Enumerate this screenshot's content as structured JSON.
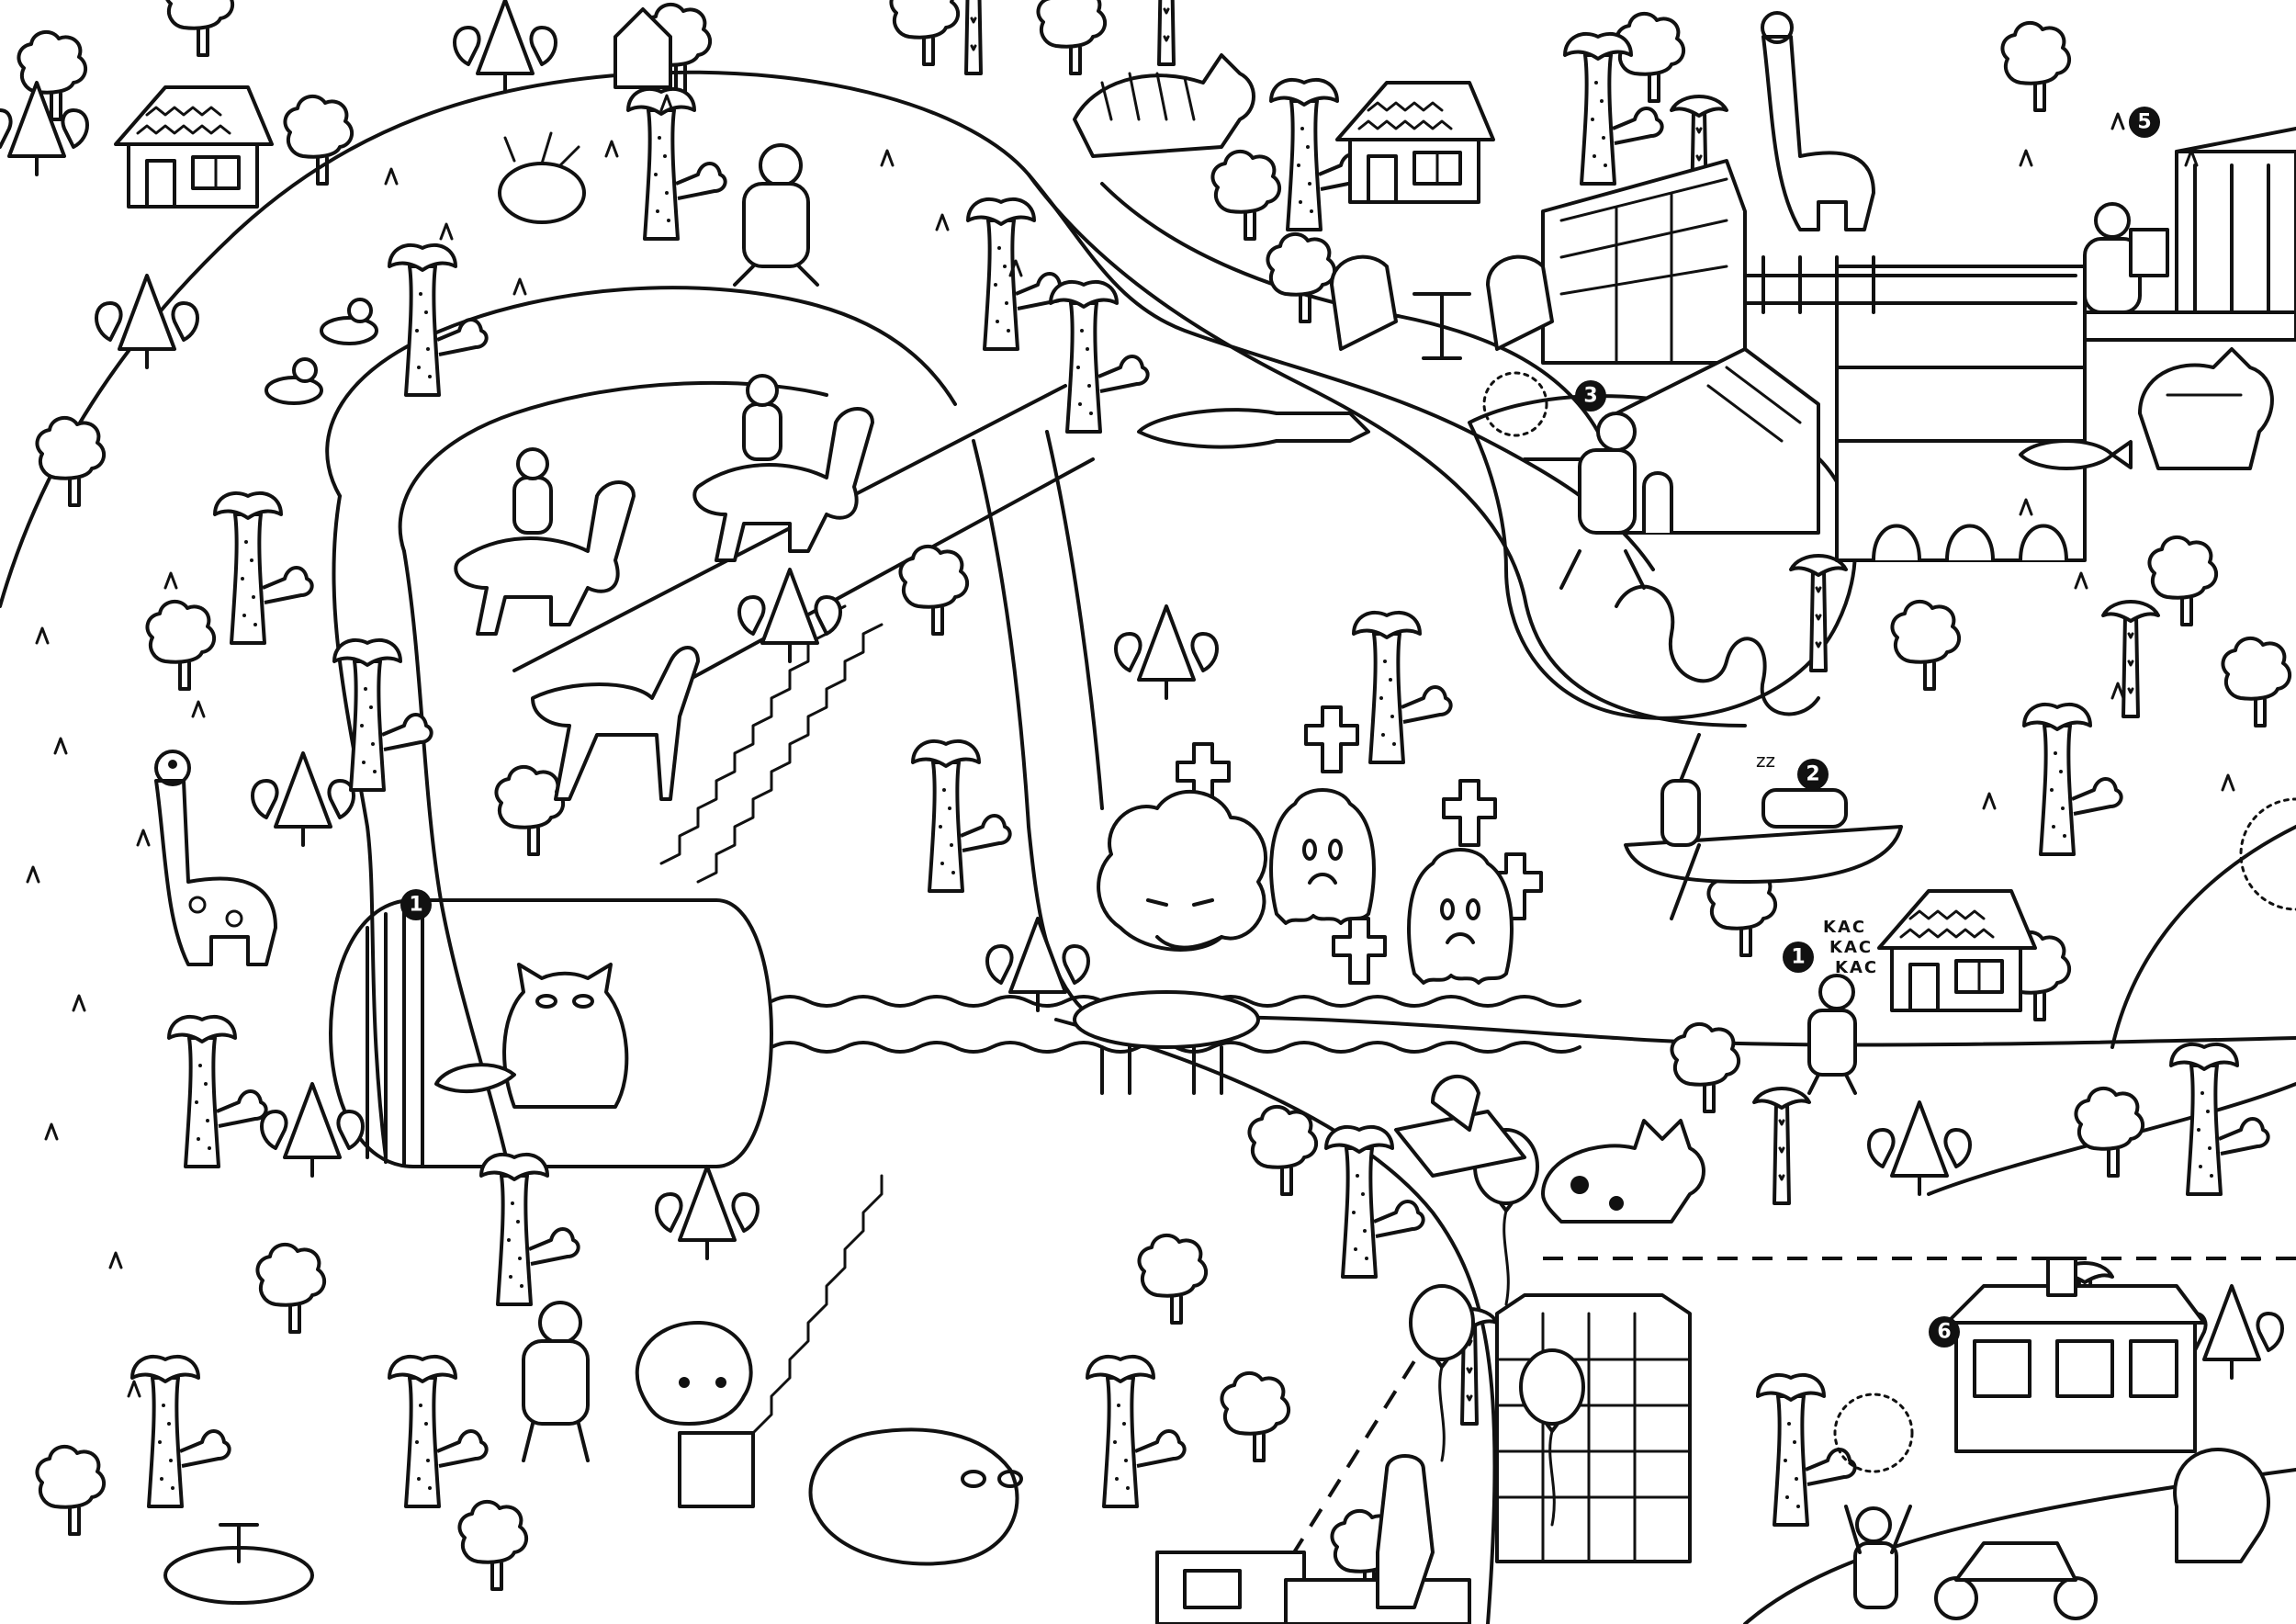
{
  "scene": {
    "palette": {
      "ink": "#111111",
      "paper": "#ffffff"
    },
    "markers": [
      "1",
      "2",
      "3",
      "5",
      "6",
      "1"
    ],
    "sound_effect": [
      "KAC",
      "KAC",
      "KAC"
    ],
    "sleep_sound": "zz"
  }
}
